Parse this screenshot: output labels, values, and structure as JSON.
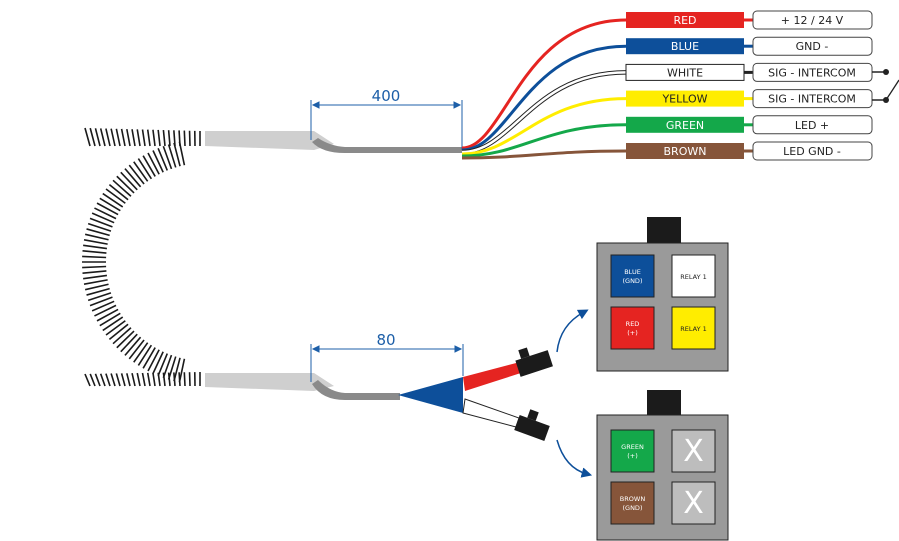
{
  "dimensions": {
    "top_length": "400",
    "bottom_length": "80"
  },
  "colors": {
    "red": "#e52421",
    "blue": "#0d4f9a",
    "white": "#ffffff",
    "yellow": "#ffed00",
    "green": "#14a84a",
    "brown": "#86553a",
    "sheath": "#8a8a8a",
    "sleeve": "#cfcfcf",
    "dim_line": "#1d5fa8",
    "connector_body": "#9a9a9a",
    "latch": "#1b1b1b"
  },
  "wires": [
    {
      "color_name": "RED",
      "function": "+ 12 / 24 V",
      "color": "#e52421",
      "text_color": "#ffffff"
    },
    {
      "color_name": "BLUE",
      "function": "GND -",
      "color": "#0d4f9a",
      "text_color": "#ffffff"
    },
    {
      "color_name": "WHITE",
      "function": "SIG - INTERCOM",
      "color": "#ffffff",
      "text_color": "#222222"
    },
    {
      "color_name": "YELLOW",
      "function": "SIG - INTERCOM",
      "color": "#ffed00",
      "text_color": "#222222"
    },
    {
      "color_name": "GREEN",
      "function": "LED +",
      "color": "#14a84a",
      "text_color": "#ffffff"
    },
    {
      "color_name": "BROWN",
      "function": "LED GND -",
      "color": "#86553a",
      "text_color": "#ffffff"
    }
  ],
  "connector_top": {
    "cells": [
      {
        "line1": "BLUE",
        "line2": "(GND)",
        "fill": "#0d4f9a",
        "text_color": "#ffffff"
      },
      {
        "line1": "RELAY 1",
        "line2": "",
        "fill": "#ffffff",
        "text_color": "#222222"
      },
      {
        "line1": "RED",
        "line2": "(+)",
        "fill": "#e52421",
        "text_color": "#ffffff"
      },
      {
        "line1": "RELAY 1",
        "line2": "",
        "fill": "#ffed00",
        "text_color": "#222222"
      }
    ]
  },
  "connector_bottom": {
    "cells": [
      {
        "line1": "GREEN",
        "line2": "(+)",
        "fill": "#14a84a",
        "text_color": "#ffffff"
      },
      {
        "line1": "X",
        "line2": "",
        "fill": "#bdbdbd",
        "text_color": "#ffffff"
      },
      {
        "line1": "BROWN",
        "line2": "(GND)",
        "fill": "#86553a",
        "text_color": "#ffffff"
      },
      {
        "line1": "X",
        "line2": "",
        "fill": "#bdbdbd",
        "text_color": "#ffffff"
      }
    ]
  }
}
